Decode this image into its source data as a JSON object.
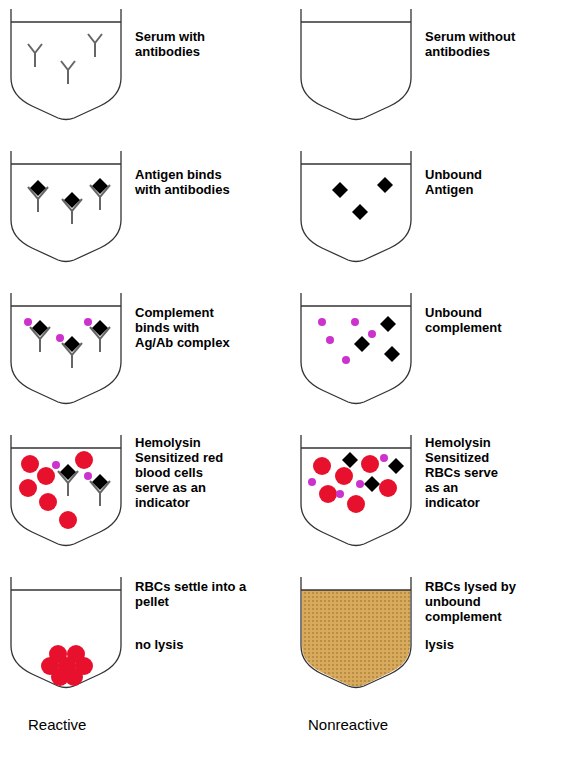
{
  "diagram": {
    "labels": [
      "Serum with antibodies",
      "Serum without antibodies",
      "Antigen binds with antibodies",
      "Unbound Antigen",
      "Complement binds with Ag/Ab complex",
      "Unbound complement",
      "Hemolysin Sensitized red blood cells serve as an indicator",
      "Hemolysin Sensitized RBCs serve as an indicator",
      "RBCs settle into a pellet",
      "no lysis",
      "RBCs lysed by unbound complement",
      "lysis",
      "Reactive",
      "Nonreactive"
    ]
  }
}
